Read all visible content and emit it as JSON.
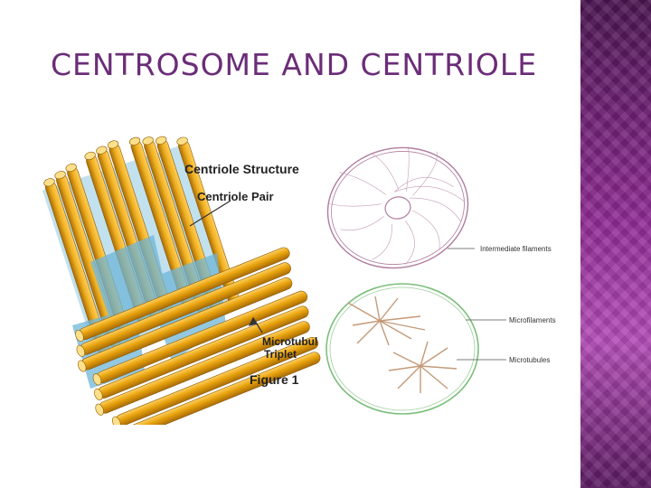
{
  "slide": {
    "title": "CENTROSOME AND CENTRIOLE"
  },
  "centriole_figure": {
    "heading": "Centriole Structure",
    "pair_label": "Centriole Pair",
    "triplet_label_line1": "Microtubul",
    "triplet_label_line2": "Triplet",
    "caption": "Figure 1"
  },
  "cytoskeleton_figure": {
    "label_intermediate": "Intermediate filaments",
    "label_microfilaments": "Microfilaments",
    "label_microtubules": "Microtubules"
  },
  "colors": {
    "title": "#6b2d78",
    "tube": "#e8a20c",
    "tube_dark": "#b5760a",
    "tube_light": "#ffd060",
    "linker": "#6fb6d8",
    "ring_purple": "#b07ca0",
    "ring_green": "#7cbf7c",
    "aster": "#c49a78"
  },
  "icons": [
    "centriole-illustration",
    "cytoskeleton-illustration"
  ]
}
